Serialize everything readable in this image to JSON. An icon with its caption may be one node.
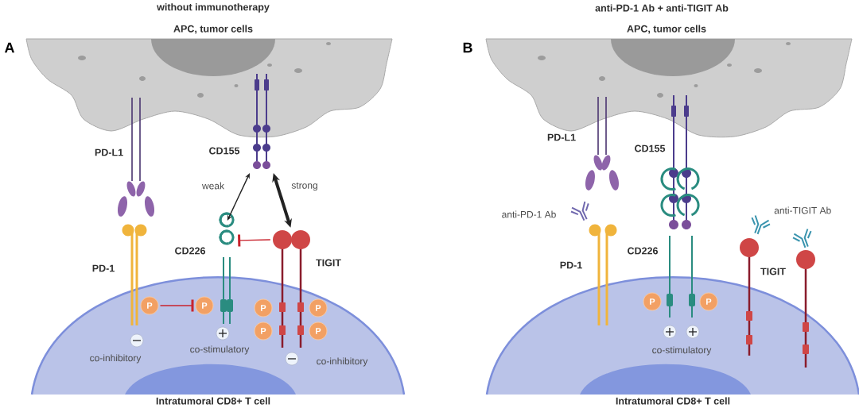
{
  "diagram": {
    "nodes": [
      {
        "text": [
          "APC, tumor cells"
        ]
      },
      {
        "text": [
          "Intratumoral CD8+ T cell"
        ]
      },
      {
        "text": [
          "PD-L1"
        ]
      },
      {
        "text": [
          "PD-1"
        ]
      },
      {
        "text": [
          "CD155"
        ]
      },
      {
        "text": [
          "CD226"
        ]
      },
      {
        "text": [
          "TIGIT"
        ]
      },
      {
        "text": [
          "P"
        ],
        "in": 1
      },
      {
        "text": [
          "P"
        ],
        "in": 1
      },
      {
        "text": [
          "P"
        ],
        "in": 1
      },
      {
        "text": [
          "P"
        ],
        "in": 1
      },
      {
        "text": [
          "P"
        ]
      },
      {
        "text": [
          "P"
        ]
      },
      {
        "text": [
          "APC, tumor cells"
        ]
      },
      {
        "text": [
          "Intratumoral CD8+ T cell"
        ]
      },
      {
        "text": [
          "PD-L1"
        ]
      },
      {
        "text": [
          "PD-1"
        ]
      },
      {
        "text": [
          "CD155"
        ]
      },
      {
        "text": [
          "CD226"
        ]
      },
      {
        "text": [
          "TIGIT"
        ]
      },
      {
        "text": [
          "P"
        ]
      },
      {
        "text": [
          "P"
        ],
        "in": 14
      },
      {
        "text": [
          "anti-PD-1 Ab"
        ]
      },
      {
        "text": [
          "anti-TIGIT Ab"
        ]
      }
    ],
    "edges": [
      {
        "from": 5,
        "to": 4,
        "arrow": "both",
        "label": "weak"
      },
      {
        "from": 6,
        "to": 4,
        "arrow": "both",
        "label": "strong",
        "style": "thick"
      },
      {
        "from": 6,
        "to": 5,
        "arrow": "other",
        "color": "#c8222c"
      },
      {
        "from": 7,
        "to": 8,
        "arrow": "other",
        "color": "#c8222c"
      }
    ],
    "labels": [
      "without immunotherapy",
      "anti-PD-1 Ab + anti-TIGIT Ab",
      "A",
      "B",
      "co-inhibitory",
      "co-stimulatory",
      "co-inhibitory",
      "co-stimulatory"
    ]
  }
}
